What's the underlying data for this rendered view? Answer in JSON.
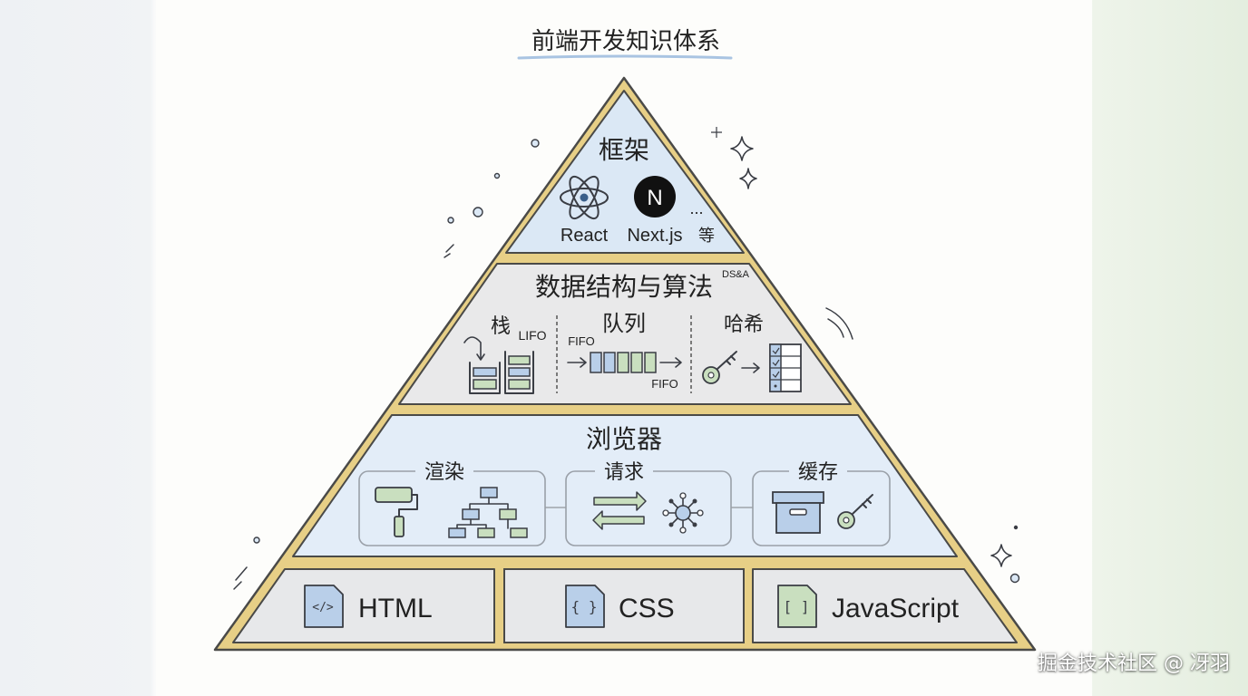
{
  "title": "前端开发知识体系",
  "colors": {
    "pyramid_border": "#e7cf86",
    "framework_fill": "#dbe8f5",
    "ds_fill": "#e9e9ea",
    "browser_fill": "#e3edf8",
    "base_fill": "#e7e8ea",
    "blue_accent": "#b9cfe9",
    "green_accent": "#c9dfbf"
  },
  "framework": {
    "title": "框架",
    "items": [
      {
        "icon": "react-atom-icon",
        "label": "React"
      },
      {
        "icon": "nextjs-logo-icon",
        "label": "Next.js",
        "logo_letter": "N"
      }
    ],
    "more": "...",
    "etc": "等"
  },
  "ds": {
    "title": "数据结构与算法",
    "badge": "DS&A",
    "stack": {
      "title": "栈",
      "note": "LIFO"
    },
    "queue": {
      "title": "队列",
      "in": "FIFO",
      "out": "FIFO"
    },
    "hash": {
      "title": "哈希"
    }
  },
  "browser": {
    "title": "浏览器",
    "rendering": {
      "title": "渲染"
    },
    "request": {
      "title": "请求"
    },
    "cache": {
      "title": "缓存"
    }
  },
  "base": {
    "html": {
      "icon": "html-file-icon",
      "glyph": "</>",
      "label": "HTML"
    },
    "css": {
      "icon": "css-file-icon",
      "glyph": "{ }",
      "label": "CSS"
    },
    "js": {
      "icon": "js-file-icon",
      "glyph": "[ ]",
      "label": "JavaScript"
    }
  },
  "watermark": "掘金技术社区 @ 冴羽"
}
